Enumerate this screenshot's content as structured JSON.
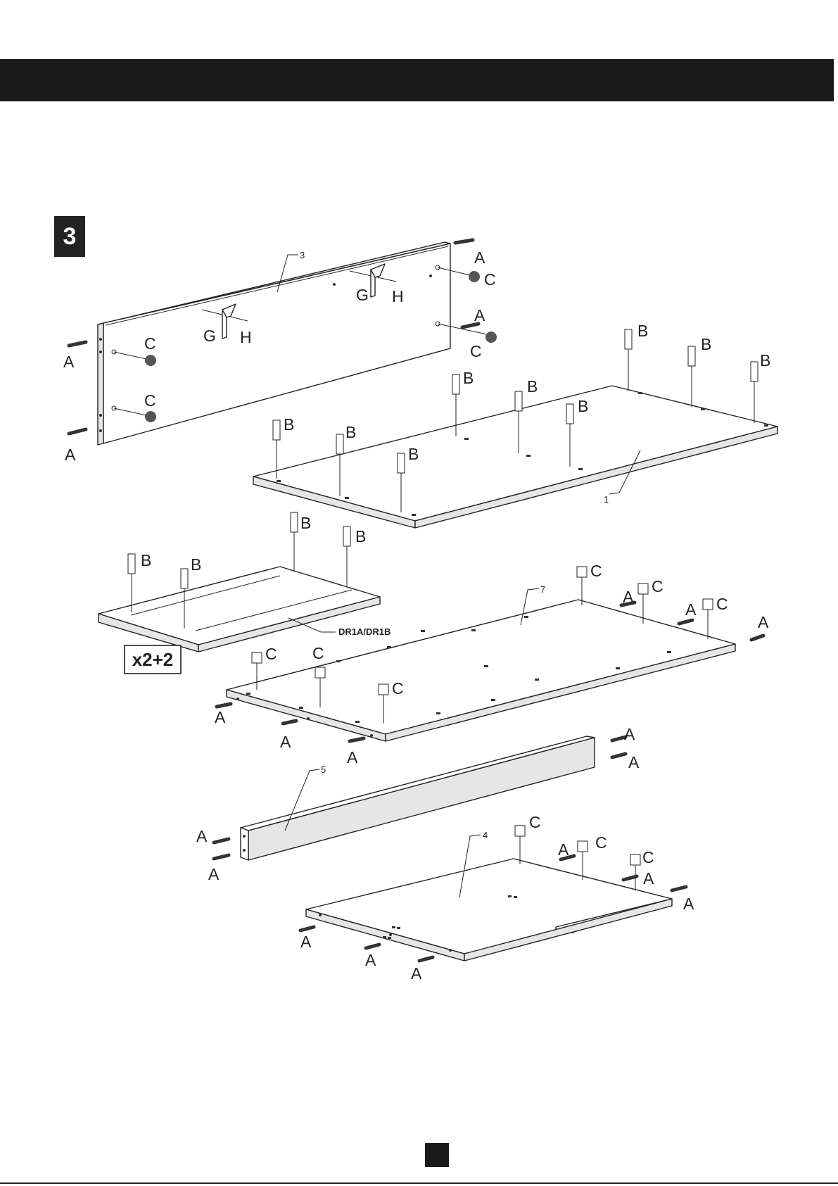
{
  "step": {
    "number": "3"
  },
  "quantity_note": "x2+2",
  "parts": {
    "p1": "1",
    "p3": "3",
    "p4": "4",
    "p5": "5",
    "p7": "7"
  },
  "drawer_label": "DR1A/DR1B",
  "hardware": {
    "a": "A",
    "b": "B",
    "c": "C",
    "g": "G",
    "h": "H"
  },
  "colors": {
    "ink": "#222222",
    "header": "#1a1a1a"
  }
}
